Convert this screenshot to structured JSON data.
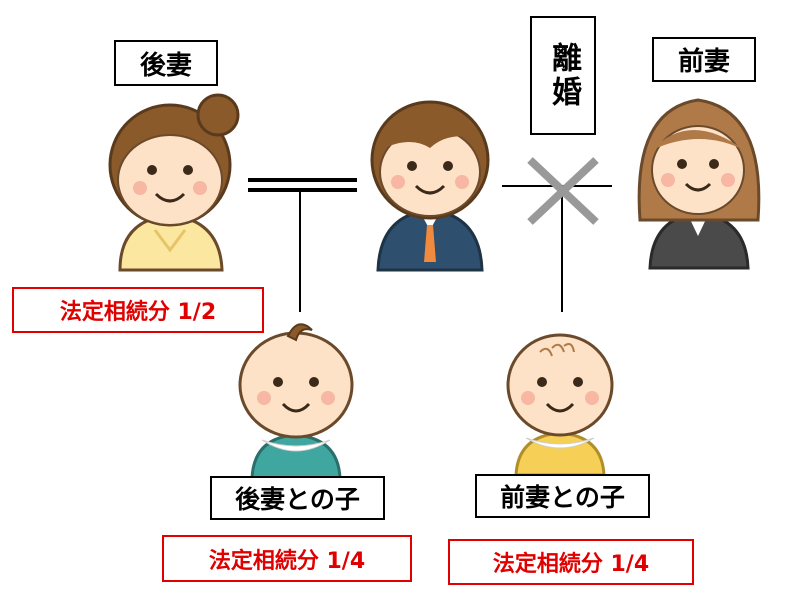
{
  "labels": {
    "second_wife": "後妻",
    "ex_wife": "前妻",
    "divorce": "離婚",
    "child_second_wife": "後妻との子",
    "child_ex_wife": "前妻との子"
  },
  "shares": {
    "second_wife": "法定相続分 1/2",
    "child_second_wife": "法定相続分 1/4",
    "child_ex_wife": "法定相続分 1/4"
  },
  "colors": {
    "share_border": "#e00000",
    "share_text": "#e00000",
    "line": "#000000",
    "divorce_cross": "#999999"
  }
}
